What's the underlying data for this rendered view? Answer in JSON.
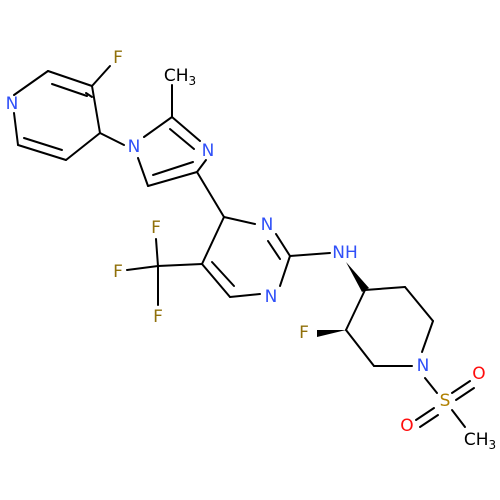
{
  "colors": {
    "bond": "#000000",
    "N": "#3050F8",
    "O": "#FF0D0D",
    "F": "#90700A",
    "S": "#B08000",
    "C": "#000000"
  },
  "atoms": [
    {
      "id": "a_py_n",
      "el": "N",
      "text": "N"
    },
    {
      "id": "a_py_f",
      "el": "F",
      "text": "F"
    },
    {
      "id": "a_methyl",
      "el": "C",
      "text": "CH",
      "sub": "3"
    },
    {
      "id": "a_imid_n1",
      "el": "N",
      "text": "N"
    },
    {
      "id": "a_imid_n3",
      "el": "N",
      "text": "N"
    },
    {
      "id": "a_cf3_f1",
      "el": "F",
      "text": "F"
    },
    {
      "id": "a_cf3_f2",
      "el": "F",
      "text": "F"
    },
    {
      "id": "a_cf3_f3",
      "el": "F",
      "text": "F"
    },
    {
      "id": "a_pym_n3",
      "el": "N",
      "text": "N"
    },
    {
      "id": "a_pym_n1",
      "el": "N",
      "text": "N"
    },
    {
      "id": "a_nh",
      "el": "N",
      "text": "NH"
    },
    {
      "id": "a_pip_f",
      "el": "F",
      "text": "F"
    },
    {
      "id": "a_pip_n",
      "el": "N",
      "text": "N"
    },
    {
      "id": "a_s",
      "el": "S",
      "text": "S"
    },
    {
      "id": "a_o1",
      "el": "O",
      "text": "O"
    },
    {
      "id": "a_o2",
      "el": "O",
      "text": "O"
    },
    {
      "id": "a_sme",
      "el": "C",
      "text": "CH",
      "sub": "3"
    }
  ]
}
